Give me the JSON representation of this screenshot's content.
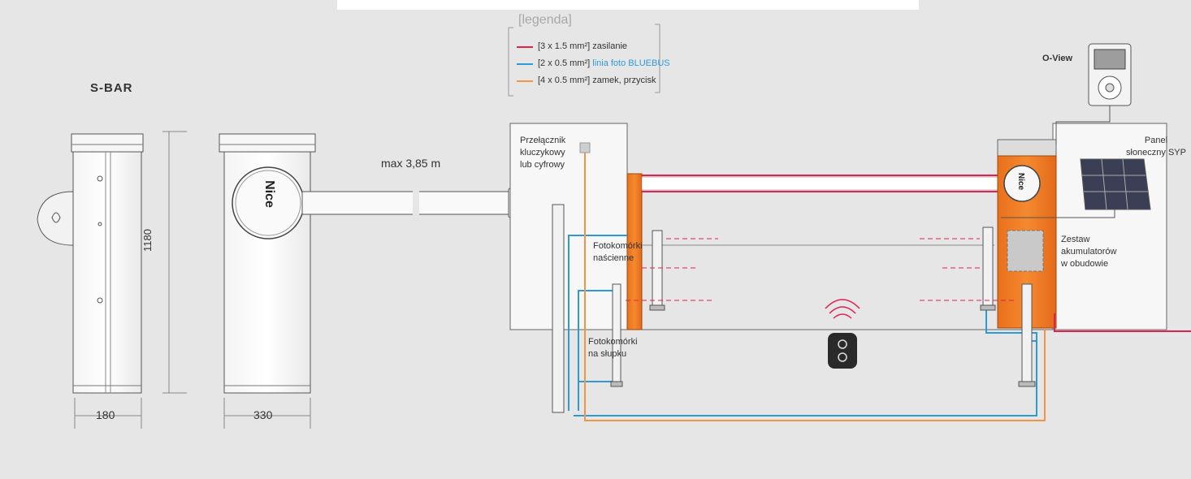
{
  "model_title": "S-BAR",
  "dimensions": {
    "height": "1180",
    "width_front": "180",
    "width_side": "330",
    "boom_length": "max 3,85 m"
  },
  "legend": {
    "title": "[legenda]",
    "items": [
      {
        "spec": "[3 x 1.5 mm²]",
        "desc": "zasilanie",
        "color": "#e3204f",
        "desc_color": "#333333"
      },
      {
        "spec": "[2 x 0.5 mm²]",
        "desc": "linia foto BLUEBUS",
        "color": "#2d9ad8",
        "desc_color": "#2d9ad8"
      },
      {
        "spec": "[4 x 0.5 mm²]",
        "desc": "zamek, przycisk",
        "color": "#f29443",
        "desc_color": "#333333"
      }
    ]
  },
  "labels": {
    "key_switch": [
      "Przełącznik",
      "kluczykowy",
      "lub cyfrowy"
    ],
    "wall_photocells": [
      "Fotokomórki",
      "naścienne"
    ],
    "post_photocells": [
      "Fotokomórki",
      "na słupku"
    ],
    "oview": "O-View",
    "solar_panel": [
      "Panel",
      "słoneczny SYP"
    ],
    "battery_kit": [
      "Zestaw",
      "akumulatorów",
      "w obudowie"
    ]
  },
  "brand": "Nice",
  "colors": {
    "power": "#e3204f",
    "bluebus": "#2d9ad8",
    "lock": "#f29443",
    "barrier_orange": "#f07a22",
    "background": "#e6e6e6"
  }
}
